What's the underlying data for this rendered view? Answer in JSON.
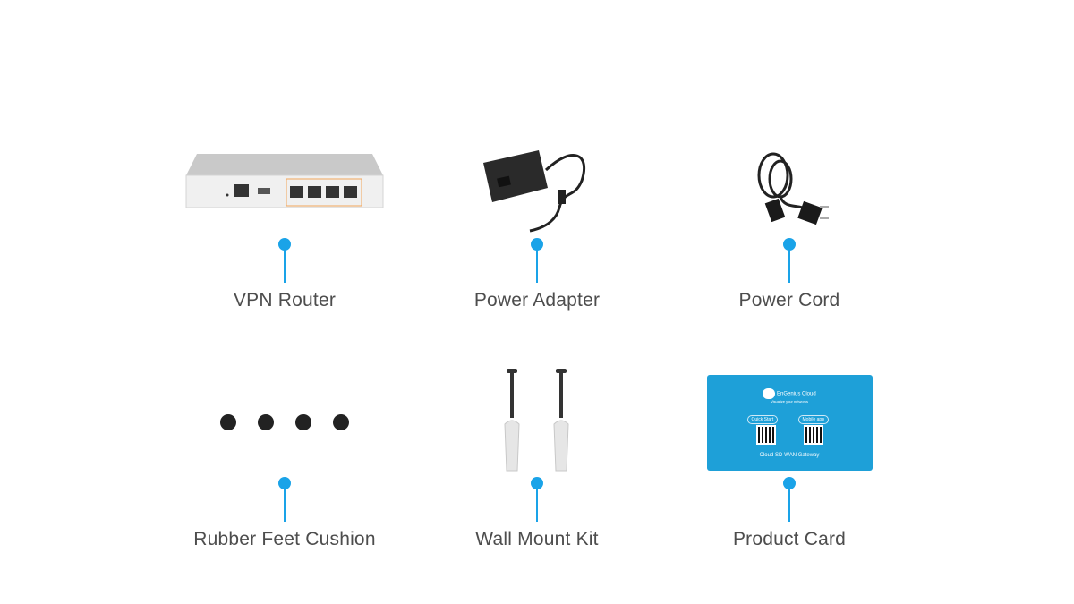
{
  "accent_color": "#1aa3e8",
  "items": [
    {
      "label": "VPN Router",
      "icon": "vpn-router-image"
    },
    {
      "label": "Power Adapter",
      "icon": "power-adapter-image"
    },
    {
      "label": "Power Cord",
      "icon": "power-cord-image"
    },
    {
      "label": "Rubber Feet Cushion",
      "icon": "rubber-feet-image"
    },
    {
      "label": "Wall Mount Kit",
      "icon": "wall-mount-kit-image"
    },
    {
      "label": "Product Card",
      "icon": "product-card-image"
    }
  ],
  "product_card": {
    "brand": "EnGenius Cloud",
    "tagline": "Visualize your networks",
    "quick_start": "Quick Start",
    "mobile_app": "Mobile app",
    "product": "Cloud SD-WAN Gateway",
    "color": "#1ea0d8"
  }
}
